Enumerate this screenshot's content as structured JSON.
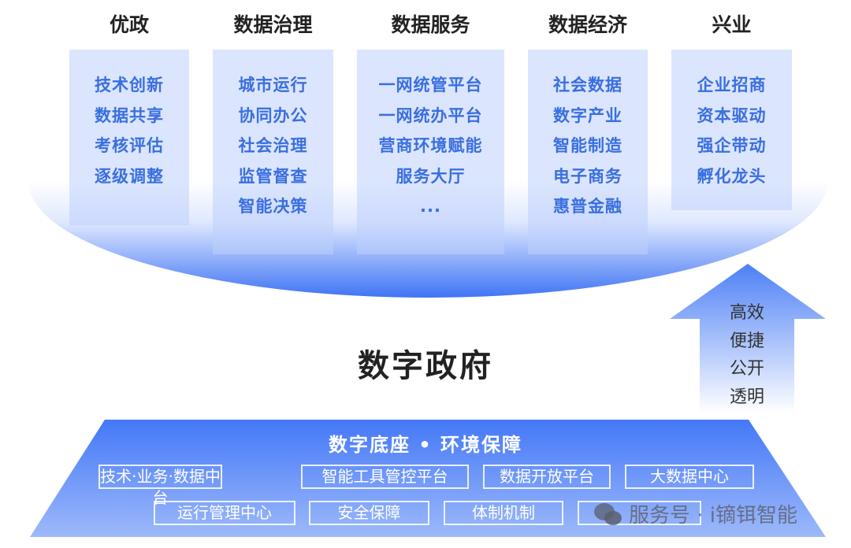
{
  "columns": [
    {
      "title": "优政",
      "items": [
        "技术创新",
        "数据共享",
        "考核评估",
        "逐级调整"
      ]
    },
    {
      "title": "数据治理",
      "items": [
        "城市运行",
        "协同办公",
        "社会治理",
        "监管督查",
        "智能决策"
      ]
    },
    {
      "title": "数据服务",
      "items": [
        "一网统管平台",
        "一网统办平台",
        "营商环境赋能",
        "服务大厅",
        "..."
      ]
    },
    {
      "title": "数据经济",
      "items": [
        "社会数据",
        "数字产业",
        "智能制造",
        "电子商务",
        "惠普金融"
      ]
    },
    {
      "title": "兴业",
      "items": [
        "企业招商",
        "资本驱动",
        "强企带动",
        "孵化龙头"
      ]
    }
  ],
  "arrow": {
    "lines": [
      "高效",
      "便捷",
      "公开",
      "透明"
    ]
  },
  "center_title": "数字政府",
  "base": {
    "title": "数字底座 • 环境保障",
    "row1": [
      "技术·业务·数据中台",
      "智能工具管控平台",
      "数据开放平台",
      "大数据中心"
    ],
    "row2": [
      "运行管理中心",
      "安全保障",
      "体制机制",
      ""
    ]
  },
  "watermark": "服务号 · i镝铒智能",
  "colors": {
    "blue": "#3f74f5",
    "text_blue": "#3a6fe0"
  }
}
